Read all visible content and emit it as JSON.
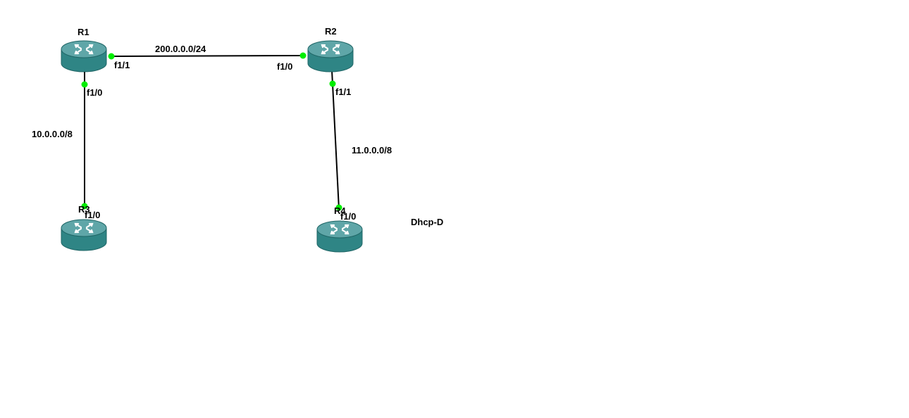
{
  "colors": {
    "link": "#000000",
    "port_dot": "#00ee00",
    "router_top": "#5fa6a8",
    "router_side": "#2f8585",
    "router_edge": "#1f6666",
    "router_arrows": "#ffffff"
  },
  "icon": "router-icon",
  "routers": {
    "r1": {
      "name": "R1"
    },
    "r2": {
      "name": "R2"
    },
    "r3": {
      "name": "R3"
    },
    "r4": {
      "name": "R4"
    }
  },
  "links": {
    "r1_r2": {
      "network": "200.0.0.0/24",
      "r1_port": "f1/1",
      "r2_port": "f1/0"
    },
    "r1_r3": {
      "network": "10.0.0.0/8",
      "r1_port": "f1/0",
      "r3_port": "f1/0"
    },
    "r2_r4": {
      "network": "11.0.0.0/8",
      "r2_port": "f1/1",
      "r4_port": "f1/0"
    }
  },
  "annotation": "Dhcp-D"
}
